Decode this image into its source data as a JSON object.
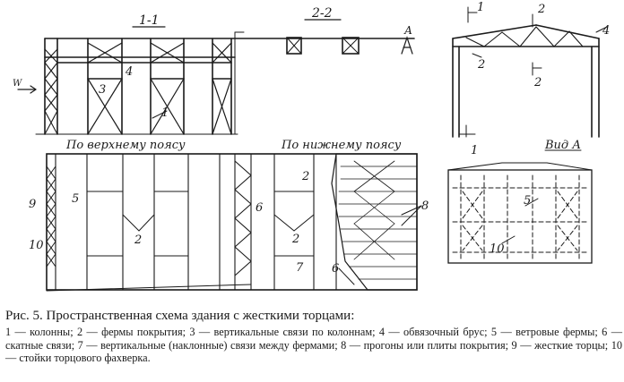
{
  "labels": {
    "section_1": "1-1",
    "section_2": "2-2",
    "view_a": "Вид А",
    "mark_a": "А",
    "wind_mark": "W",
    "top_chord": "По верхнему поясу",
    "bottom_chord": "По нижнему поясу",
    "num_1": "1",
    "num_2": "2",
    "num_3": "3",
    "num_4": "4",
    "num_5": "5",
    "num_6": "6",
    "num_7": "7",
    "num_8": "8",
    "num_9": "9",
    "num_10": "10"
  },
  "caption": {
    "title": "Рис. 5. Пространственная схема здания с жесткими торцами:",
    "body": "1 — колонны; 2 — фермы покрытия; 3 — вертикальные связи по колоннам; 4 — обвязочный брус; 5 — ветровые фермы; 6 — скатные связи; 7 — вертикальные (наклонные) связи между фермами; 8 — прогоны или плиты покрытия; 9 — жесткие торцы; 10 — стойки торцового фахверка."
  }
}
